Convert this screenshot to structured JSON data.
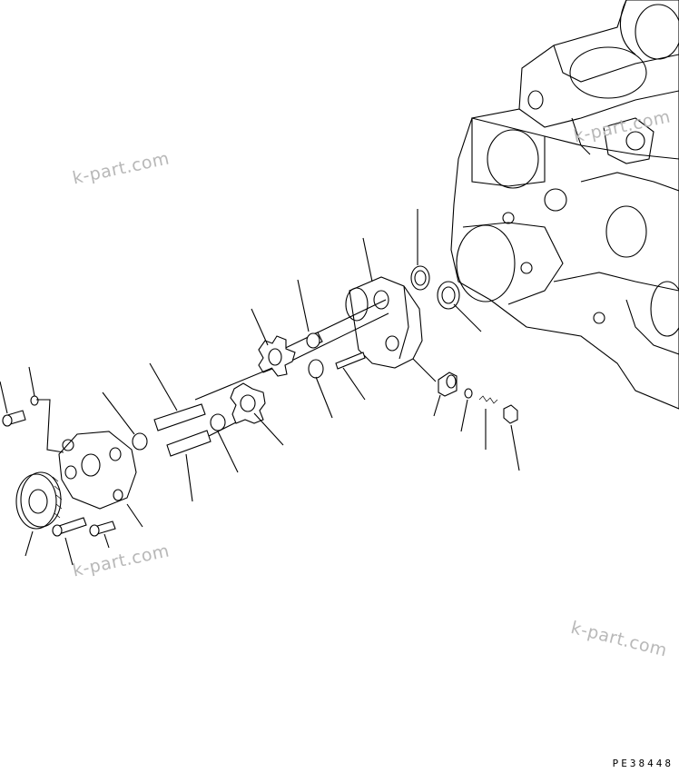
{
  "watermarks": [
    "k-part.com",
    "k-part.com",
    "k-part.com",
    "k-part.com"
  ],
  "drawing_code": "PE38448"
}
